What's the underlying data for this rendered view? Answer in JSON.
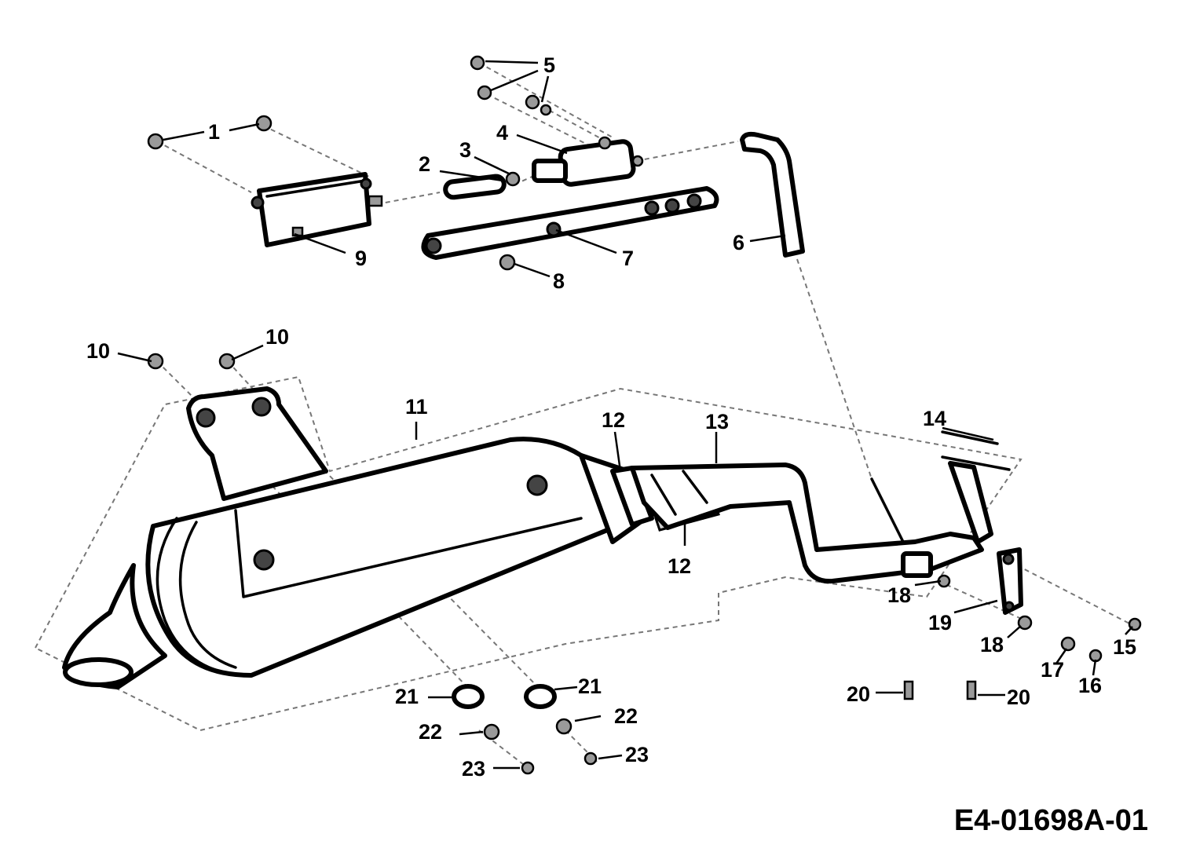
{
  "labels": {
    "l1": "1",
    "l2": "2",
    "l3": "3",
    "l4": "4",
    "l5": "5",
    "l6": "6",
    "l7": "7",
    "l8": "8",
    "l9": "9",
    "l10a": "10",
    "l10b": "10",
    "l11": "11",
    "l12a": "12",
    "l12b": "12",
    "l13": "13",
    "l14": "14",
    "l15": "15",
    "l16": "16",
    "l17": "17",
    "l18a": "18",
    "l18b": "18",
    "l19": "19",
    "l20a": "20",
    "l20b": "20",
    "l21a": "21",
    "l21b": "21",
    "l22a": "22",
    "l22b": "22",
    "l23a": "23",
    "l23b": "23"
  },
  "drawing_code": "E4-01698A-01"
}
